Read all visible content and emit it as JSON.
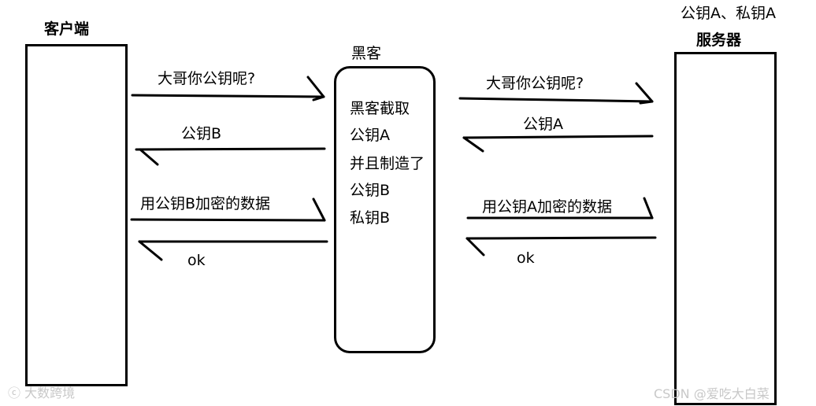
{
  "client": {
    "title": "客户端"
  },
  "hacker": {
    "title": "黑客",
    "lines": [
      "黑客截取",
      "公钥A",
      "并且制造了",
      "公钥B",
      "私钥B"
    ]
  },
  "server": {
    "title": "服务器",
    "keys": "公钥A、私钥A"
  },
  "messages": {
    "client_to_hacker_request": "大哥你公钥呢?",
    "hacker_to_client_key": "公钥B",
    "client_to_hacker_data": "用公钥B加密的数据",
    "hacker_to_client_ok": "ok",
    "hacker_to_server_request": "大哥你公钥呢?",
    "server_to_hacker_key": "公钥A",
    "hacker_to_server_data": "用公钥A加密的数据",
    "server_to_hacker_ok": "ok"
  },
  "watermarks": {
    "left": "大数跨境",
    "right": "CSDN @爱吃大白菜"
  }
}
